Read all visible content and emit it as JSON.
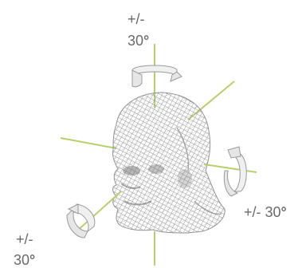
{
  "labels": {
    "yaw": {
      "line1": "+/-",
      "value": "30",
      "unit": "°"
    },
    "pitch": {
      "text": "+/- 30",
      "unit": "°"
    },
    "roll": {
      "line1": "+/-",
      "value": "30",
      "unit": "°"
    }
  },
  "colors": {
    "axis": "#b7cf6e",
    "mesh": "#8e8e8e",
    "arrow_fill": "#f0f0f0",
    "arrow_stroke": "#9a9a9a",
    "text": "#6a6a6a"
  },
  "icons": {
    "yaw": "rotation-arrow-icon",
    "pitch": "rotation-arrow-icon",
    "roll": "rotation-arrow-icon"
  }
}
